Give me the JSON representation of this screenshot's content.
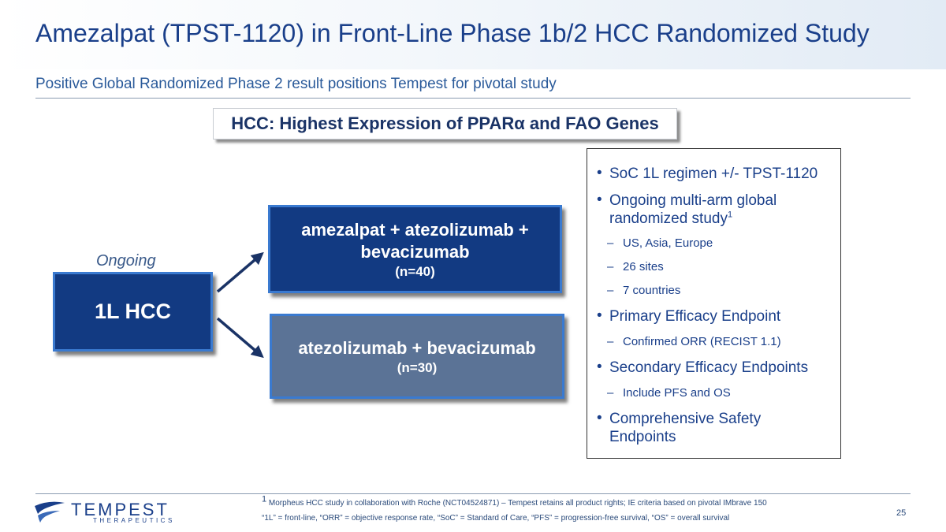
{
  "header": {
    "title": "Amezalpat (TPST-1120) in Front-Line Phase 1b/2 HCC Randomized Study",
    "subtitle": "Positive Global Randomized Phase 2 result positions Tempest for pivotal study"
  },
  "banner": {
    "text": "HCC:  Highest Expression of PPARα and FAO Genes"
  },
  "diagram": {
    "ongoing_label": "Ongoing",
    "source_box": "1L HCC",
    "arms": [
      {
        "name_line1": "amezalpat + atezolizumab +",
        "name_line2": "bevacizumab",
        "n": "(n=40)",
        "color": "#123a82"
      },
      {
        "name_line1": "atezolizumab + bevacizumab",
        "n": "(n=30)",
        "color": "#5b7396"
      }
    ]
  },
  "panel": {
    "bullets": [
      {
        "text": "SoC 1L regimen +/- TPST-1120"
      },
      {
        "line1": "Ongoing multi-arm global",
        "line2": "randomized study",
        "sup": "1"
      },
      {
        "sub": "US, Asia, Europe"
      },
      {
        "sub": "26 sites"
      },
      {
        "sub": "7 countries"
      },
      {
        "text": "Primary Efficacy Endpoint"
      },
      {
        "sub": "Confirmed ORR (RECIST 1.1)"
      },
      {
        "text": "Secondary Efficacy Endpoints"
      },
      {
        "sub": "Include PFS and OS"
      },
      {
        "line1": "Comprehensive Safety",
        "line2": "Endpoints"
      }
    ]
  },
  "footer": {
    "footnote1_sup": "1",
    "footnote1": "Morpheus HCC study in collaboration with Roche (NCT04524871) – Tempest retains all product rights; IE criteria based on pivotal IMbrave 150",
    "footnote2": "“1L” = front-line, “ORR” = objective response rate, “SoC” = Standard of Care, “PFS” = progression-free survival, “OS” = overall survival",
    "page_number": "25",
    "logo_word": "TEMPEST",
    "logo_tagline": "THERAPEUTICS"
  },
  "colors": {
    "title": "#1a3f8a",
    "dark_box": "#123a82",
    "grey_box": "#5b7396",
    "arrow": "#1a3366"
  }
}
